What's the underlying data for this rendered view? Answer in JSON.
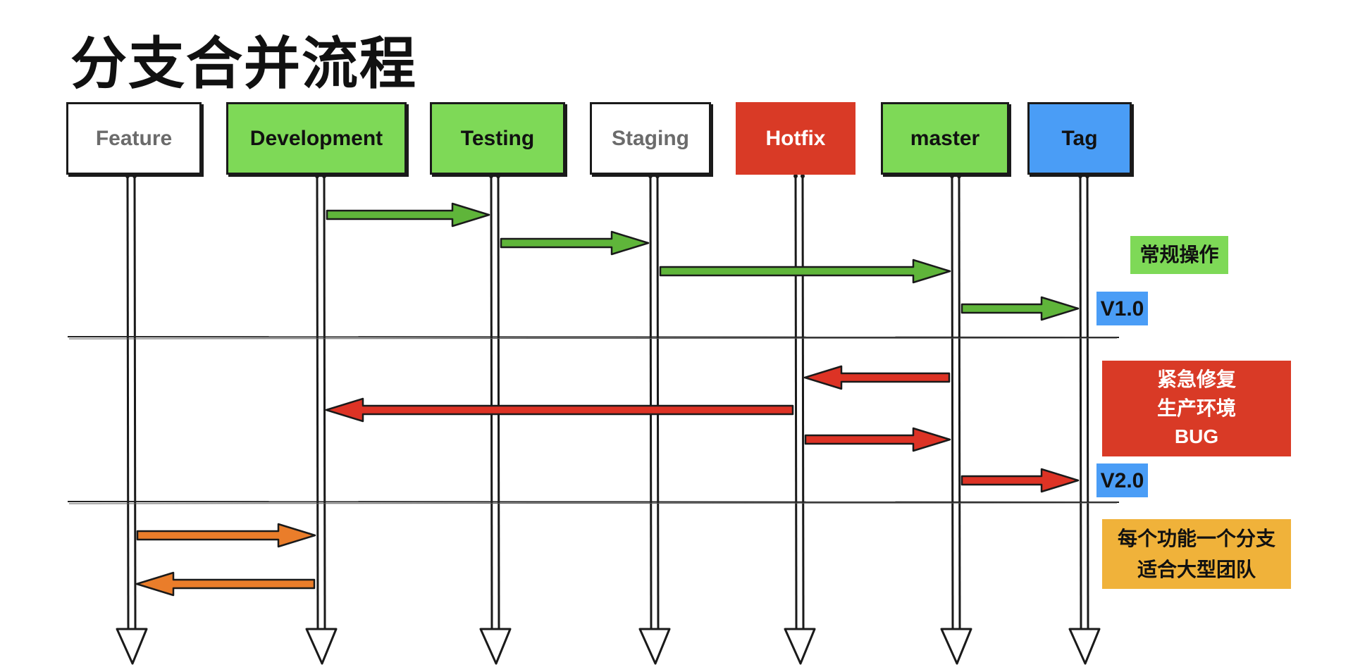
{
  "title": "分支合并流程",
  "colors": {
    "green": "#7ed957",
    "red": "#d93a26",
    "blue": "#4a9df6",
    "orange": "#f0b23a",
    "arrow_green": "#5fb53a",
    "arrow_red": "#dd3325",
    "arrow_orange": "#ea7d2a",
    "white": "#ffffff"
  },
  "lanes": [
    {
      "id": "feature",
      "label": "Feature",
      "fill": "white",
      "text_color": "#6b6b6b"
    },
    {
      "id": "development",
      "label": "Development",
      "fill": "green",
      "text_color": "#111111"
    },
    {
      "id": "testing",
      "label": "Testing",
      "fill": "green",
      "text_color": "#111111"
    },
    {
      "id": "staging",
      "label": "Staging",
      "fill": "white",
      "text_color": "#6b6b6b"
    },
    {
      "id": "hotfix",
      "label": "Hotfix",
      "fill": "red",
      "text_color": "#ffffff"
    },
    {
      "id": "master",
      "label": "master",
      "fill": "green",
      "text_color": "#111111"
    },
    {
      "id": "tag",
      "label": "Tag",
      "fill": "blue",
      "text_color": "#111111"
    }
  ],
  "arrows": [
    {
      "from": "development",
      "to": "testing",
      "color": "arrow_green"
    },
    {
      "from": "testing",
      "to": "staging",
      "color": "arrow_green"
    },
    {
      "from": "staging",
      "to": "master",
      "color": "arrow_green"
    },
    {
      "from": "master",
      "to": "tag",
      "color": "arrow_green"
    },
    {
      "from": "master",
      "to": "hotfix",
      "color": "arrow_red"
    },
    {
      "from": "hotfix",
      "to": "development",
      "color": "arrow_red"
    },
    {
      "from": "hotfix",
      "to": "master",
      "color": "arrow_red"
    },
    {
      "from": "master",
      "to": "tag",
      "color": "arrow_red"
    },
    {
      "from": "feature",
      "to": "development",
      "color": "arrow_orange"
    },
    {
      "from": "development",
      "to": "feature",
      "color": "arrow_orange"
    }
  ],
  "notes": {
    "normal": {
      "text": "常规操作"
    },
    "v1": {
      "text": "V1.0"
    },
    "hotfix_line1": "紧急修复",
    "hotfix_line2": "生产环境",
    "hotfix_line3": "BUG",
    "v2": {
      "text": "V2.0"
    },
    "feature_line1": "每个功能一个分支",
    "feature_line2": "适合大型团队"
  }
}
